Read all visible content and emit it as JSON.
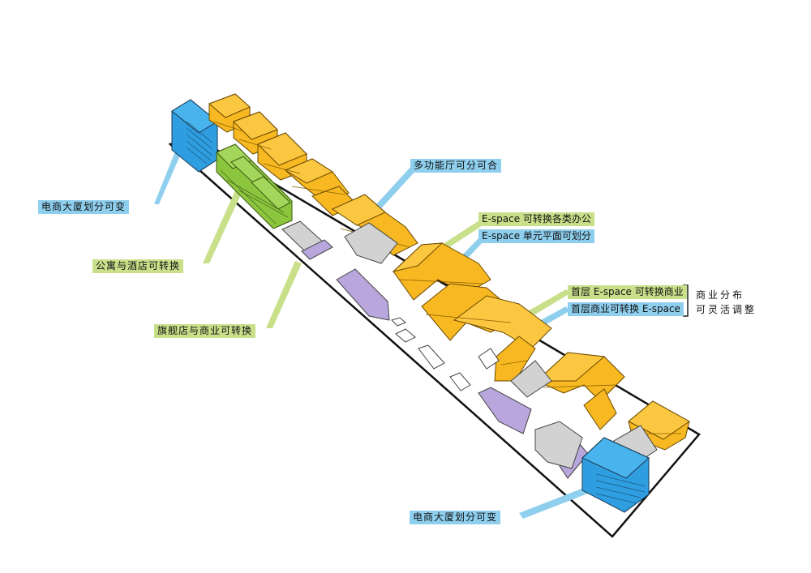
{
  "labels": {
    "ecommerce_top": "电商大厦划分可变",
    "apartment_hotel": "公寓与酒店可转换",
    "flagship": "旗舰店与商业可转换",
    "multifunction_hall": "多功能厅可分可合",
    "espace_office": "E-space 可转换各类办公",
    "espace_unit": "E-space 单元平面可划分",
    "ground_espace": "首层 E-space 可转换商业",
    "ground_commercial": "首层商业可转换 E-space",
    "commercial_dist_1": "商业分布",
    "commercial_dist_2": "可灵活调整",
    "ecommerce_bottom": "电商大厦划分可变"
  },
  "colors": {
    "ecommerce": "#2f9ee0",
    "apartment": "#8cc63f",
    "office": "#f7b821",
    "commercial": "#b9a6dc",
    "podium": "#d2d2d2",
    "callout_blue": "#8fcfee",
    "callout_green": "#c9e08a"
  }
}
